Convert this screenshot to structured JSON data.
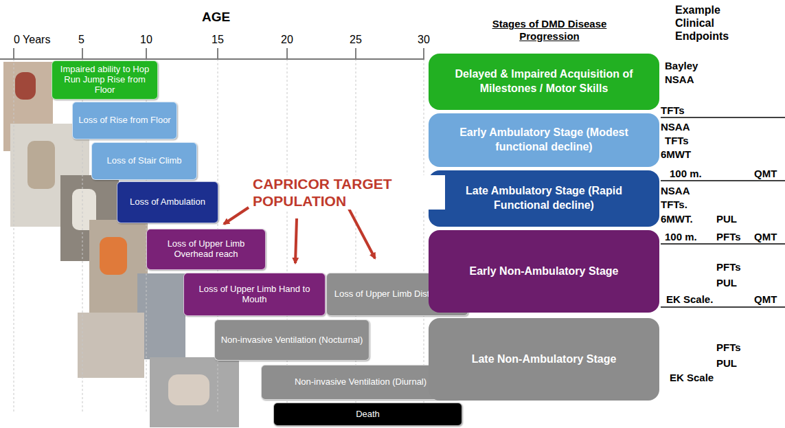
{
  "diagram": {
    "nodes": [
      {
        "text": [
          "Impaired ability to Hop Run Jump Rise from Floor"
        ]
      },
      {
        "text": [
          "Loss of Rise from Floor"
        ]
      },
      {
        "text": [
          "Loss of Stair Climb"
        ]
      },
      {
        "text": [
          "Loss of Ambulation"
        ]
      },
      {
        "text": [
          "Loss of Upper Limb Overhead reach"
        ]
      },
      {
        "text": [
          "Loss of Upper Limb Hand to Mouth"
        ]
      },
      {
        "text": [
          "Loss of Upper Limb Distal Hand"
        ]
      },
      {
        "text": [
          "Non-invasive Ventilation (Nocturnal)"
        ]
      },
      {
        "text": [
          "Non-invasive Ventilation (Diurnal)"
        ]
      },
      {
        "text": [
          "Death"
        ]
      },
      {
        "text": [
          "Delayed & Impaired Acquisition of Milestones / Motor Skills"
        ]
      },
      {
        "text": [
          "Early Ambulatory Stage (Modest functional decline)"
        ]
      },
      {
        "text": [
          "Late Ambulatory Stage (Rapid Functional decline)"
        ]
      },
      {
        "text": [
          "Early Non-Ambulatory Stage"
        ]
      },
      {
        "text": [
          "Late Non-Ambulatory Stage"
        ]
      }
    ],
    "edges": [],
    "labels": [
      "AGE",
      "0 Years",
      "5",
      "10",
      "15",
      "20",
      "25",
      "30",
      "Stages of DMD Disease Progression",
      "Example Clinical Endpoints",
      "CAPRICOR TARGET POPULATION",
      "Bayley",
      "NSAA",
      "TFTs",
      "NSAA",
      "TFTs",
      "6MWT",
      "100 m.",
      "QMT",
      "NSAA",
      "TFTs.",
      "6MWT.",
      "PUL",
      "100 m.",
      "PFTs",
      "QMT",
      "PFTs",
      "PUL",
      "EK Scale.",
      "QMT",
      "PFTs",
      "PUL",
      "EK Scale"
    ]
  }
}
